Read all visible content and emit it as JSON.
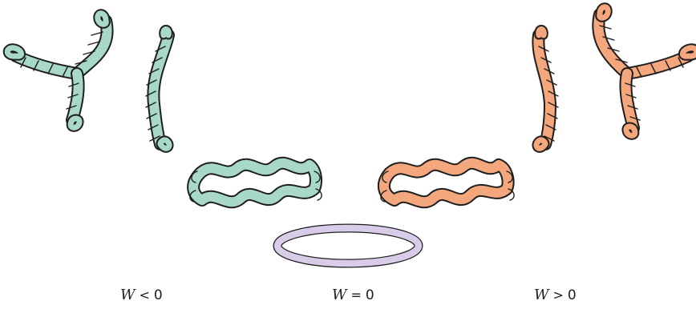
{
  "colors": {
    "negative": "#a8d8c6",
    "neutral": "#d8cce8",
    "positive": "#f4a77c",
    "outline": "#1e1e1e"
  },
  "labels": [
    {
      "var": "W",
      "rel": "<",
      "num": "0"
    },
    {
      "var": "W",
      "rel": "=",
      "num": "0"
    },
    {
      "var": "W",
      "rel": ">",
      "num": "0"
    }
  ]
}
